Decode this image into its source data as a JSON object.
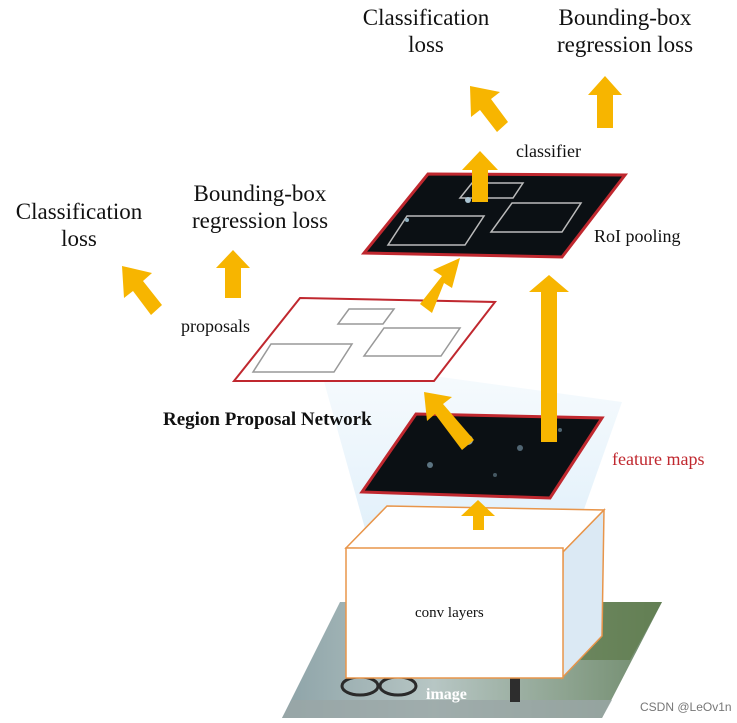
{
  "labels": {
    "cls_loss_top": "Classification\nloss",
    "bbox_loss_top": "Bounding-box\nregression loss",
    "classifier": "classifier",
    "roi_pooling": "RoI pooling",
    "cls_loss_left": "Classification\nloss",
    "bbox_loss_left": "Bounding-box\nregression loss",
    "proposals": "proposals",
    "rpn": "Region Proposal Network",
    "feature_maps": "feature maps",
    "conv_layers": "conv layers",
    "image": "image",
    "watermark": "CSDN @LeOv1n"
  },
  "colors": {
    "arrow": "#f7b500",
    "accent_red": "#c0282f",
    "box_orange": "#e8954a",
    "cone_blue": "#cfe6f7",
    "feature_map": "#0b1014"
  }
}
